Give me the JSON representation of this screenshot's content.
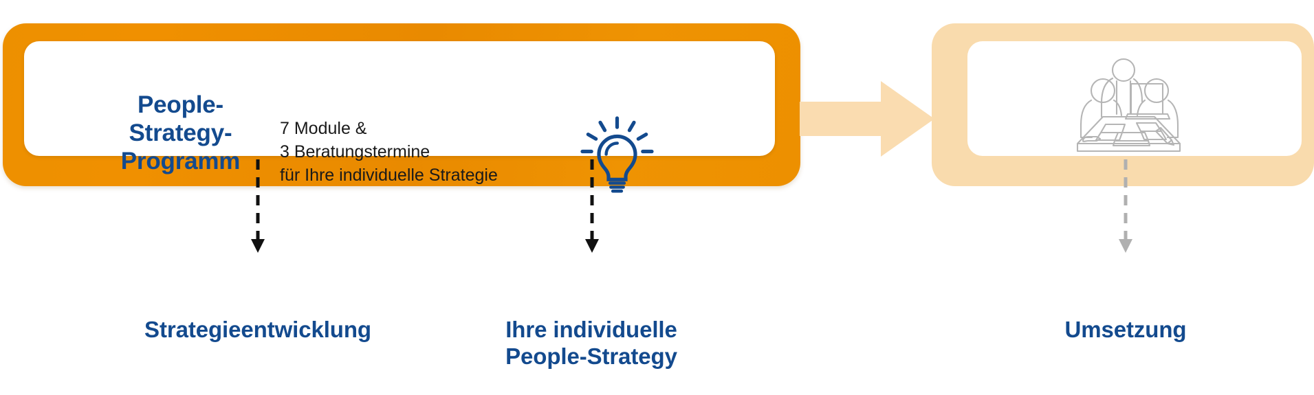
{
  "colors": {
    "brand_blue": "#134A8E",
    "orange": "#ED9000",
    "peach": "#F9DBAD",
    "icon_gray": "#B0B0B0",
    "body_text": "#1a1a1a",
    "background": "#FFFFFF"
  },
  "left_box": {
    "title_lines": [
      "People-",
      "Strategy-",
      "Programm"
    ],
    "title_text": "People-Strategy-Programm",
    "description_lines": [
      "7 Module &",
      "3 Beratungstermine",
      "für Ihre individuelle Strategie"
    ],
    "icon": "lightbulb-icon"
  },
  "flow": {
    "arrow": "right-arrow-icon"
  },
  "right_box": {
    "icon": "meeting-table-people-icon"
  },
  "connectors": [
    {
      "name": "connector-strategieentwicklung",
      "style": "dashed",
      "color": "#111111",
      "direction": "down"
    },
    {
      "name": "connector-people-strategy",
      "style": "dashed",
      "color": "#111111",
      "direction": "down"
    },
    {
      "name": "connector-umsetzung",
      "style": "dashed",
      "color": "#B0B0B0",
      "direction": "down"
    }
  ],
  "captions": {
    "left": {
      "lines": [
        "Strategieentwicklung"
      ],
      "text": "Strategieentwicklung"
    },
    "middle": {
      "lines": [
        "Ihre individuelle",
        "People-Strategy"
      ],
      "text": "Ihre individuelle People-Strategy"
    },
    "right": {
      "lines": [
        "Umsetzung"
      ],
      "text": "Umsetzung"
    }
  }
}
